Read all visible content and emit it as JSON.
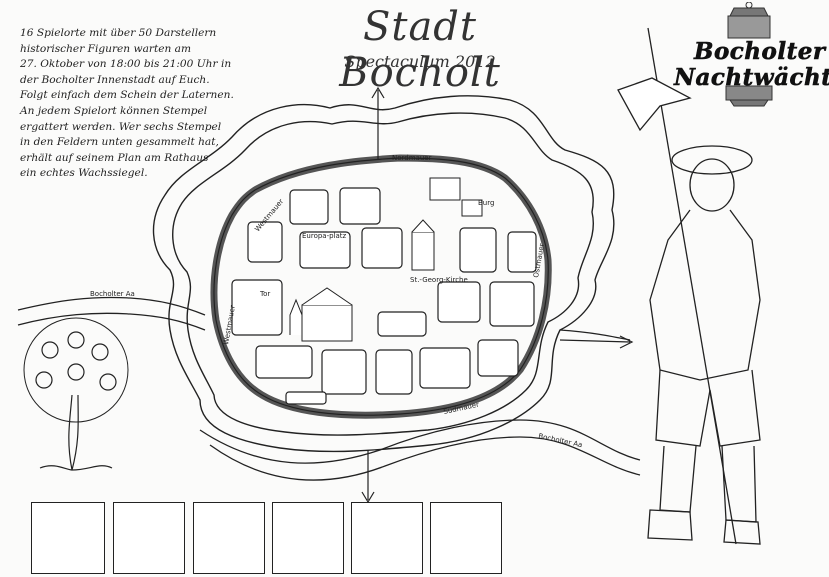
{
  "header": {
    "title": "Stadt Bocholt",
    "subtitle": "Spectaculum 2012"
  },
  "intro_lines": [
    "16 Spielorte mit über 50 Darstellern",
    "historischer Figuren warten am",
    "27. Oktober von 18:00 bis 21:00 Uhr in",
    "der Bocholter Innenstadt auf Euch.",
    "Folgt einfach dem Schein der Laternen.",
    "An jedem Spielort können Stempel",
    "ergattert werden. Wer sechs Stempel",
    "in den Feldern unten gesammelt hat,",
    "erhält auf seinem Plan am Rathaus",
    "ein echtes Wachssiegel."
  ],
  "logo": {
    "line1": "Bocholter",
    "line2": "Nachtwächter"
  },
  "map": {
    "labels": {
      "river_west": "Bocholter Aa",
      "river_south": "Bocholter Aa",
      "north_wall": "Nordmauer",
      "south_wall": "Südmauer",
      "east_wall": "Ostmauer",
      "northwest_wall": "Westmauer",
      "west_wall": "Westmauer",
      "market": "Europa-platz",
      "church": "St.-Georg-Kirche",
      "castle": "Burg",
      "gate": "Tor"
    }
  },
  "stamp_fields_count": 6
}
